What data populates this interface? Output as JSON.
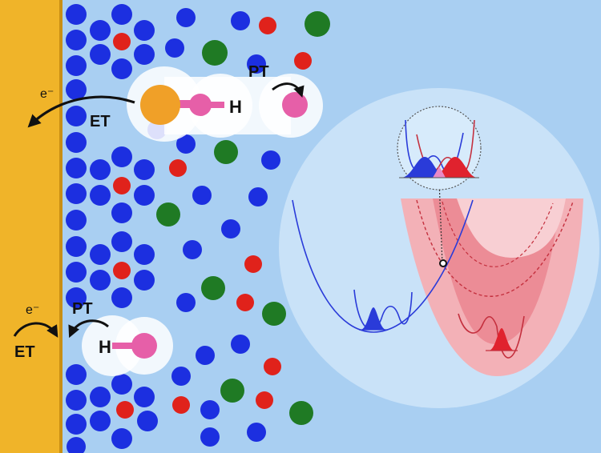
{
  "colors": {
    "electrode": "#f0b429",
    "solution": "#a9cff2",
    "blue_particle": "#1c2fe0",
    "red_particle": "#e0221b",
    "green_particle": "#1f7a24",
    "acid_core": "#f0a028",
    "proton": "#e65fa8",
    "halo": "#ffffff",
    "blue_well": "#2a3bd9",
    "red_well": "#e04a58",
    "red_band": "#f6aab0"
  },
  "labels": {
    "electron_top": "e⁻",
    "et_top": "ET",
    "hydrogen_top": "H",
    "pt_top": "PT",
    "electron_bottom": "e⁻",
    "et_bottom": "ET",
    "pt_bottom": "PT",
    "hydrogen_bottom": "H"
  },
  "icons": {
    "transfer_arrow": "curved-arrow-icon",
    "crossing_point": "open-circle-icon"
  }
}
